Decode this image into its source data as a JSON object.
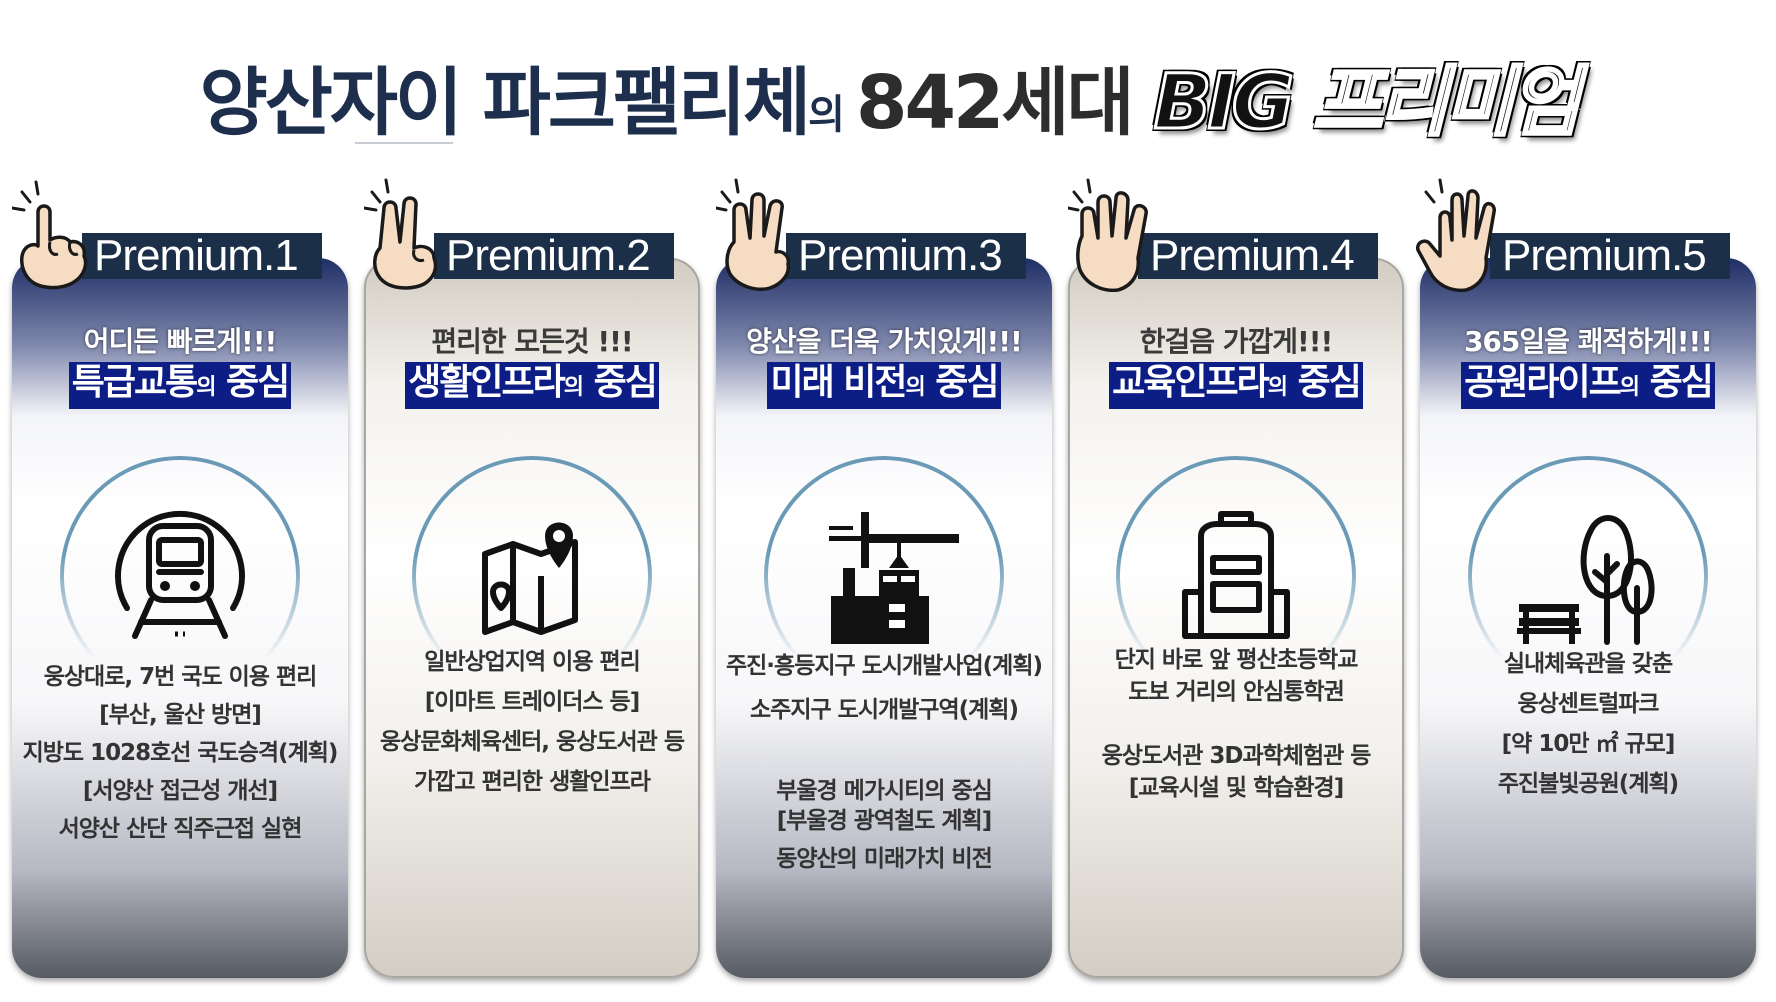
{
  "headline": {
    "name": "양산자이 파크팰리체",
    "particle": "의",
    "count": "842세대",
    "big": "BIG 프리미엄"
  },
  "colors": {
    "navy_tab": "#1c2f48",
    "highlight_box": "#0c1d85",
    "ring": "#6a9ab6",
    "headline": "#1d2f4c"
  },
  "cards": [
    {
      "label": "Premium.1",
      "hand_icon": "hand-one-finger-icon",
      "subtitle": "어디든 빠르게!!!",
      "highlight": "특급교통",
      "particle": "의",
      "highlight_end": "중심",
      "icon": "subway-train-icon",
      "lines": [
        "웅상대로, 7번 국도 이용 편리",
        "[부산, 울산 방면]",
        "지방도 1028호선 국도승격(계획)",
        "[서양산 접근성 개선]",
        "서양산 산단 직주근접 실현"
      ]
    },
    {
      "label": "Premium.2",
      "hand_icon": "hand-two-fingers-icon",
      "subtitle": "편리한 모든것 !!!",
      "highlight": "생활인프라",
      "particle": "의",
      "highlight_end": "중심",
      "icon": "map-pin-icon",
      "lines": [
        "일반상업지역 이용 편리",
        "[이마트 트레이더스 등]",
        "웅상문화체육센터, 웅상도서관 등",
        "가깝고 편리한 생활인프라"
      ]
    },
    {
      "label": "Premium.3",
      "hand_icon": "hand-three-fingers-icon",
      "subtitle": "양산을 더욱 가치있게!!!",
      "highlight": "미래 비전",
      "particle": "의",
      "highlight_end": "중심",
      "icon": "construction-crane-icon",
      "lines": [
        "주진·흥등지구 도시개발사업(계획)",
        "소주지구 도시개발구역(계획)",
        "",
        "부울경 메가시티의 중심",
        "[부울경 광역철도 계획]",
        "동양산의 미래가치 비전"
      ]
    },
    {
      "label": "Premium.4",
      "hand_icon": "hand-four-fingers-icon",
      "subtitle": "한걸음 가깝게!!!",
      "highlight": "교육인프라",
      "particle": "의",
      "highlight_end": "중심",
      "icon": "backpack-icon",
      "lines": [
        "단지 바로 앞  평산초등학교",
        "도보 거리의 안심통학권",
        "",
        "웅상도서관 3D과학체험관 등",
        "[교육시설 및 학습환경]"
      ]
    },
    {
      "label": "Premium.5",
      "hand_icon": "hand-five-fingers-icon",
      "subtitle": "365일을 쾌적하게!!!",
      "highlight": "공원라이프",
      "particle": "의",
      "highlight_end": "중심",
      "icon": "park-bench-tree-icon",
      "lines": [
        "실내체육관을 갖춘",
        "웅상센트럴파크",
        "[약 10만 ㎡ 규모]",
        "주진불빛공원(계획)"
      ]
    }
  ]
}
